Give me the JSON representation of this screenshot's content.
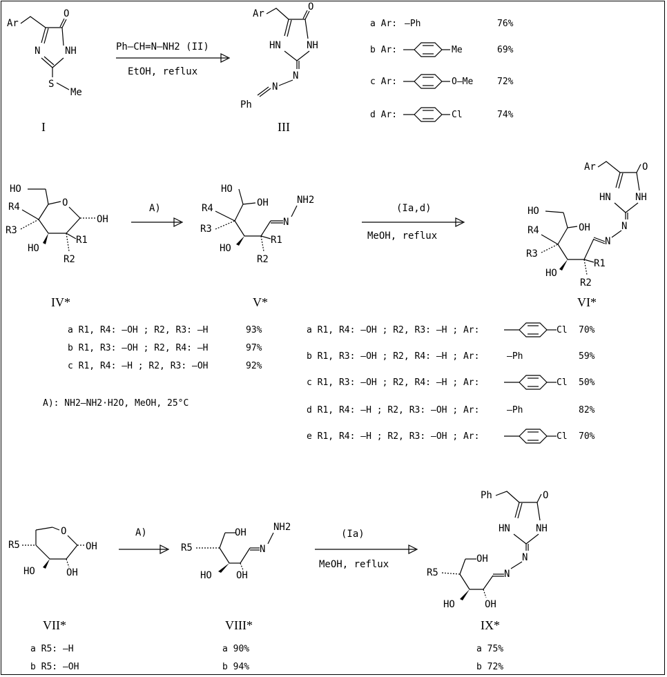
{
  "compounds": {
    "I": "I",
    "III": "III",
    "IV": "IV*",
    "V": "V*",
    "VI": "VI*",
    "VII": "VII*",
    "VIII": "VIII*",
    "IX": "IX*"
  },
  "atoms": {
    "ar": "Ar",
    "ph": "Ph",
    "o": "O",
    "nh": "NH",
    "hn": "HN",
    "n": "N",
    "s": "S",
    "me": "Me",
    "oh": "OH",
    "ho": "HO",
    "nh2": "NH2",
    "r1": "R1",
    "r2": "R2",
    "r3": "R3",
    "r4": "R4",
    "r5": "R5"
  },
  "arrows": {
    "step1": {
      "reagent_top": "Ph–CH=N–NH2  (II)",
      "conditions": "EtOH,  reflux"
    },
    "step2": {
      "reagent_top": "A)",
      "conditions": ""
    },
    "step3": {
      "reagent_top": "(Ia,d)",
      "conditions": "MeOH,   reflux"
    },
    "step4": {
      "reagent_top": "A)",
      "conditions": ""
    },
    "step5": {
      "reagent_top": "(Ia)",
      "conditions": "MeOH,  reflux"
    }
  },
  "table_III": [
    {
      "label": "a Ar:",
      "group": "—Ph",
      "yield": "76%"
    },
    {
      "label": "b Ar:",
      "group": "4-Me-C6H4",
      "yield": "69%"
    },
    {
      "label": "c Ar:",
      "group": "4-MeO-C6H4",
      "yield": "72%"
    },
    {
      "label": "d Ar:",
      "group": "4-Cl-C6H4",
      "yield": "74%"
    }
  ],
  "table_IV": [
    {
      "text": "a R1, R4: —OH ; R2, R3: —H",
      "yield": "93%"
    },
    {
      "text": "b R1, R3: —OH ; R2, R4: —H",
      "yield": "97%"
    },
    {
      "text": "c R1, R4: —H ; R2, R3: —OH",
      "yield": "92%"
    }
  ],
  "conditions_A": "A):  NH2–NH2·H2O,  MeOH,  25°C",
  "table_VI": [
    {
      "text": "a R1, R4: —OH ; R2, R3: —H ; Ar:",
      "ar": "4-Cl-C6H4",
      "yield": "70%"
    },
    {
      "text": "b R1, R3: —OH ; R2, R4: —H ; Ar:",
      "ar": "—Ph",
      "yield": "59%"
    },
    {
      "text": "c R1, R3: —OH ; R2, R4: —H ; Ar:",
      "ar": "4-Cl-C6H4",
      "yield": "50%"
    },
    {
      "text": "d R1, R4: —H ; R2, R3: —OH ; Ar:",
      "ar": "—Ph",
      "yield": "82%"
    },
    {
      "text": "e R1, R4: —H ; R2, R3: —OH ; Ar:",
      "ar": "4-Cl-C6H4",
      "yield": "70%"
    }
  ],
  "table_VII": [
    {
      "text": "a R5: —H"
    },
    {
      "text": "b R5: —OH"
    }
  ],
  "table_VIII": [
    {
      "text": "a 90%"
    },
    {
      "text": "b 94%"
    }
  ],
  "table_IX": [
    {
      "text": "a 75%"
    },
    {
      "text": "b 72%"
    }
  ],
  "substituents": {
    "ph": "—Ph",
    "me": "Me",
    "ome": "O—Me",
    "cl": "Cl"
  }
}
